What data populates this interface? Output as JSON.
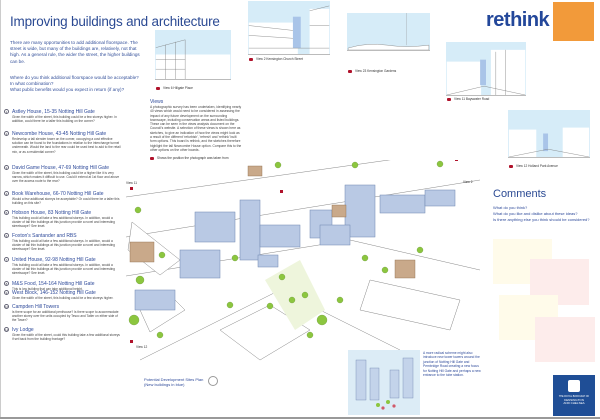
{
  "title": "Improving buildings and architecture",
  "intro": "There are many opportunities to add additional floorspace. The street is wide, but many of the buildings are, relatively, not that high. As a general rule, the wider the street, the higher buildings can be.",
  "questions": [
    "Where do you think additional floorspace would be acceptable?",
    "In what combination?",
    "What public benefits would you expect in return (if any)?"
  ],
  "items": [
    {
      "num": "1",
      "title": "Astley House, 15-35 Notting Hill Gate",
      "desc": "Given the width of the street, this building could be a few storeys higher. In addition, could there be a taller this building on the corner?"
    },
    {
      "num": "2",
      "title": "Newcombe House, 43-45 Notting Hill Gate",
      "desc": "Redevelop a tall slender tower on the corner, occupying a cost effective solution can be found to the foundations in relation to the interchange tunnel underneath. Would the land to the rear could be used best to add to the retail mix, or as a residential corner?"
    },
    {
      "num": "3",
      "title": "David Game House, 47-69 Notting Hill Gate",
      "desc": "Given the width of the street, this building could be a higher like it is very narrow, which makes it difficult to use. Could it extend at 1st floor and above over the access route to the rear?"
    },
    {
      "num": "4",
      "title": "Book Warehouse, 66-70 Notting Hill Gate",
      "desc": "Would a few additional storeys be acceptable? Or could there be a taller this building on this site?"
    },
    {
      "num": "5",
      "title": "Hobson House, 83 Notting Hill Gate",
      "desc": "This building could all take a few additional storeys. In addition, would a cluster of tall thin buildings at this junction provide a novel and interesting streetscape? See inset."
    },
    {
      "num": "6",
      "title": "Foxton's Santander and RBS",
      "desc": "This building could all take a few additional storeys. In addition, would a cluster of tall thin buildings at this junction provide a novel and interesting streetscape? See inset."
    },
    {
      "num": "7",
      "title": "United House, 92-98 Notting Hill Gate",
      "desc": "This building could all take a few additional storeys. In addition, would a cluster of tall thin buildings at this junction provide a novel and interesting streetscape? See inset."
    },
    {
      "num": "8",
      "title": "M&S Food, 154-164 Notting Hill Gate",
      "desc": "This is low building that can take additional height."
    },
    {
      "num": "9",
      "title": "West Block, 146-152 Notting Hill Gate",
      "desc": "Given the width of the street, this building could be a few storeys higher."
    },
    {
      "num": "10",
      "title": "Campden Hill Towers",
      "desc": "Is there scope for an additional penthouse? Is there scope to accommodate another storey over the units occupied by Tesco and Tatler on either side of the Tower?"
    },
    {
      "num": "11",
      "title": "Ivy Lodge",
      "desc": "Given the width of the street, could this building take a few additional storeys if set back from the building frontage?"
    }
  ],
  "views": {
    "title": "Views",
    "text": "A photographic survey has been undertaken, identifying nearly 40 views which would need to be considered in assessing the impact of any future development on the surrounding townscape, including conservation areas and listed buildings. These can be seen in the views analysis document on the Council's website. A selection of these views is shown here as sketches, to give an indication of how the views might look as a result of the different 'refurbish', 'refresh' and 'rethink' built form options. This board is rethink, and the sketches therefore highlight the tall Newcombe House option. Compare this to the other options on the other boards.",
    "legend": "Shows the position the photograph was taken from"
  },
  "view_captions": [
    "View 6 Hillgate Place",
    "View 2 Kensington Church Street",
    "View 23 Kensington Gardens",
    "View 11 Bayswater Road",
    "View 12 Holland Park Avenue"
  ],
  "plan_labels": [
    "View 11",
    "View 12",
    "View 2"
  ],
  "plan_caption": [
    "Potential Development Sites Plan",
    "(New buildings in blue)"
  ],
  "radical": "A more radical scheme might also introduce new tower towers around the junction of Notting Hill Gate and Pembridge Road creating a new focus for Notting Hill Gate and perhaps a new entrance to the tube station.",
  "brand": "rethink",
  "comments": {
    "title": "Comments",
    "questions": [
      "What do you think?",
      "What do you like and dislike about these ideas?",
      "Is there anything else you think should be considered?"
    ]
  },
  "council": [
    "THE ROYAL BOROUGH OF",
    "KENSINGTON",
    "AND CHELSEA"
  ],
  "colors": {
    "accent": "#2b4a93",
    "orange": "#f29a3a",
    "sky": "#d6ecf8",
    "building": "#b9c9e4",
    "tree": "#8cc63f",
    "pin": "#b0122b"
  }
}
